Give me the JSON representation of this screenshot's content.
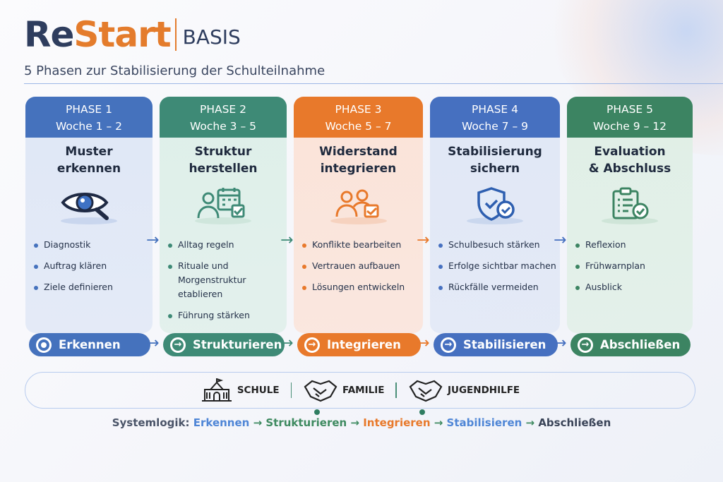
{
  "header": {
    "brand_part1": "Re",
    "brand_part2": "Start",
    "brand_suffix": "BASIS",
    "subtitle": "5 Phasen zur Stabilisierung der Schulteilnahme"
  },
  "phases": [
    {
      "phase": "PHASE 1",
      "weeks": "Woche 1 – 2",
      "title1": "Muster",
      "title2": "erkennen",
      "icon": "eye-magnifier-icon",
      "bullets": [
        "Diagnostik",
        "Auftrag klären",
        "Ziele definieren"
      ],
      "action": "Erkennen",
      "color": "#4572bd",
      "tint": "#dfe7f6"
    },
    {
      "phase": "PHASE 2",
      "weeks": "Woche 3 – 5",
      "title1": "Struktur",
      "title2": "herstellen",
      "icon": "person-calendar-icon",
      "bullets": [
        "Alltag regeln",
        "Rituale und Morgenstruktur etablieren",
        "Führung stärken"
      ],
      "action": "Strukturieren",
      "color": "#3e8a76",
      "tint": "#deefe9"
    },
    {
      "phase": "PHASE 3",
      "weeks": "Woche 5 – 7",
      "title1": "Widerstand",
      "title2": "integrieren",
      "icon": "people-check-icon",
      "bullets": [
        "Konflikte bearbeiten",
        "Vertrauen aufbauen",
        "Lösungen entwickeln"
      ],
      "action": "Integrieren",
      "color": "#e8792b",
      "tint": "#fbe3d8"
    },
    {
      "phase": "PHASE 4",
      "weeks": "Woche 7 – 9",
      "title1": "Stabilisierung",
      "title2": "sichern",
      "icon": "shield-check-icon",
      "bullets": [
        "Schulbesuch stärken",
        "Erfolge sichtbar machen",
        "Rückfälle vermeiden"
      ],
      "action": "Stabilisieren",
      "color": "#4670c0",
      "tint": "#e0e7f6"
    },
    {
      "phase": "PHASE 5",
      "weeks": "Woche 9 – 12",
      "title1": "Evaluation",
      "title2": "& Abschluss",
      "icon": "clipboard-check-icon",
      "bullets": [
        "Reflexion",
        "Frühwarnplan",
        "Ausblick"
      ],
      "action": "Abschließen",
      "color": "#3c8462",
      "tint": "#e0efe6"
    }
  ],
  "partners": [
    {
      "label": "SCHULE",
      "icon": "school-icon"
    },
    {
      "label": "FAMILIE",
      "icon": "handshake-icon"
    },
    {
      "label": "JUGENDHILFE",
      "icon": "handshake-icon"
    }
  ],
  "logic": {
    "prefix": "Systemlogik:",
    "steps": [
      "Erkennen",
      "Strukturieren",
      "Integrieren",
      "Stabilisieren",
      "Abschließen"
    ],
    "colors": [
      "#4f86d6",
      "#3e8a60",
      "#e8792b",
      "#4f86d6",
      "#3a4458"
    ]
  }
}
